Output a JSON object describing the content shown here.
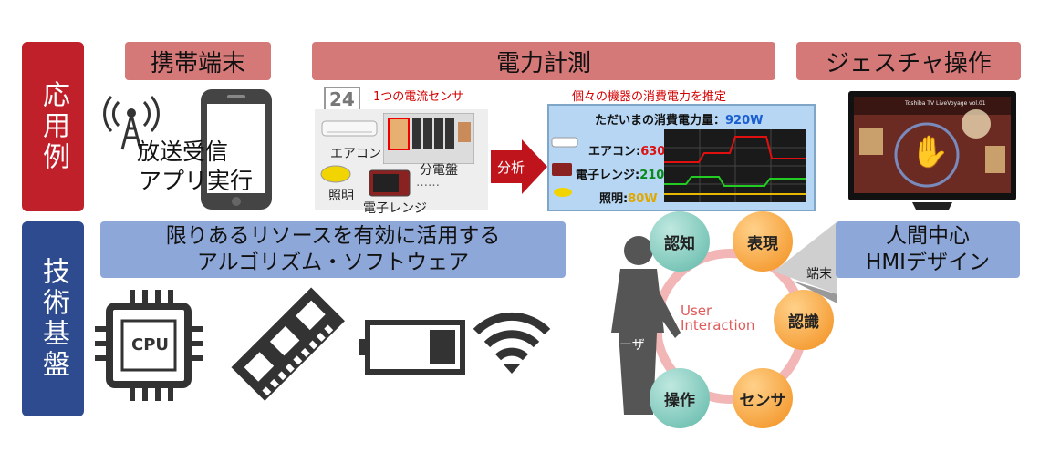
{
  "side_labels": {
    "application": "応用例",
    "technology": "技術基盤"
  },
  "top_labels": {
    "mobile": "携帯端末",
    "power": "電力計測",
    "gesture": "ジェスチャ操作"
  },
  "phone": {
    "line1": "放送受信",
    "line2": "アプリ実行"
  },
  "meter": {
    "sensor_label": "1つの電流センサ",
    "estimate_label": "個々の機器の消費電力を推定",
    "ac_label": "エアコン",
    "panel_label": "分電盤",
    "light_label": "照明",
    "microwave_label": "電子レンジ",
    "dots": "……",
    "clock_number": "24",
    "analysis_label": "分析",
    "screen_title": "ただいまの消費電力量：",
    "screen_total": "920W",
    "rows": [
      {
        "name": "エアコン:",
        "value": "630W"
      },
      {
        "name": "電子レンジ:",
        "value": "210W"
      },
      {
        "name": "照明:",
        "value": "80W"
      }
    ]
  },
  "tv": {
    "banner": "Toshiba TV LiveVoyage vol.01",
    "hand": "✋"
  },
  "algorithm": {
    "line1": "限りあるリソースを有効に活用する",
    "line2": "アルゴリズム・ソフトウェア"
  },
  "hmi": {
    "line1": "人間中心",
    "line2": "HMIデザイン"
  },
  "cycle": {
    "user_label": "ユーザ",
    "terminal_label": "端末",
    "center_line1": "User",
    "center_line2": "Interaction",
    "nodes": {
      "cognition": "認知",
      "expression": "表現",
      "recognition": "認識",
      "sensor": "センサ",
      "operation": "操作"
    }
  },
  "chip_label": "CPU",
  "colors": {
    "red_side": "#c0202a",
    "blue_side": "#2e4b8f",
    "pill": "#d57878",
    "bar": "#8ea7d9",
    "arrow": "#c0141c"
  }
}
